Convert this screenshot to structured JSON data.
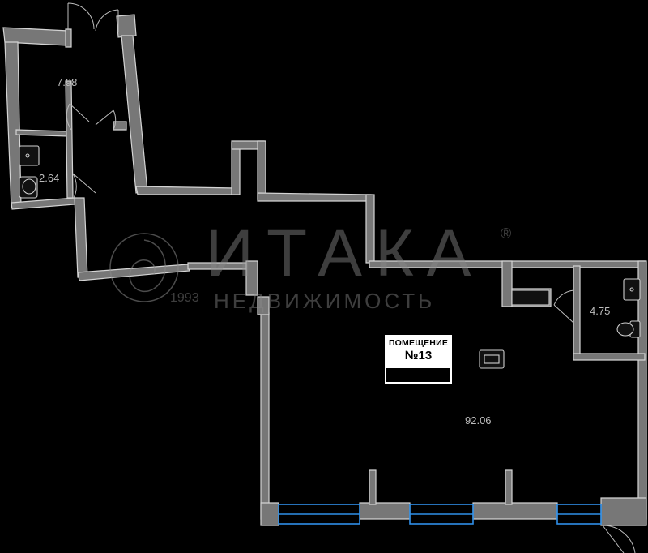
{
  "rooms": {
    "vestibule_area": "7.98",
    "bathroom_left_area": "2.64",
    "bathroom_right_area": "4.75",
    "main_area": "92.06"
  },
  "premise_label": {
    "line1": "ПОМЕЩЕНИЕ",
    "line2": "№13"
  },
  "watermark": {
    "brand": "ИТАКА",
    "registered": "®",
    "year": "1993",
    "subtitle": "НЕДВИЖИМОСТЬ"
  },
  "colors": {
    "background": "#000000",
    "wall_fill": "#777777",
    "wall_stroke": "#d4d4d4",
    "window": "#2f8fe8",
    "label_background": "#ffffff"
  }
}
